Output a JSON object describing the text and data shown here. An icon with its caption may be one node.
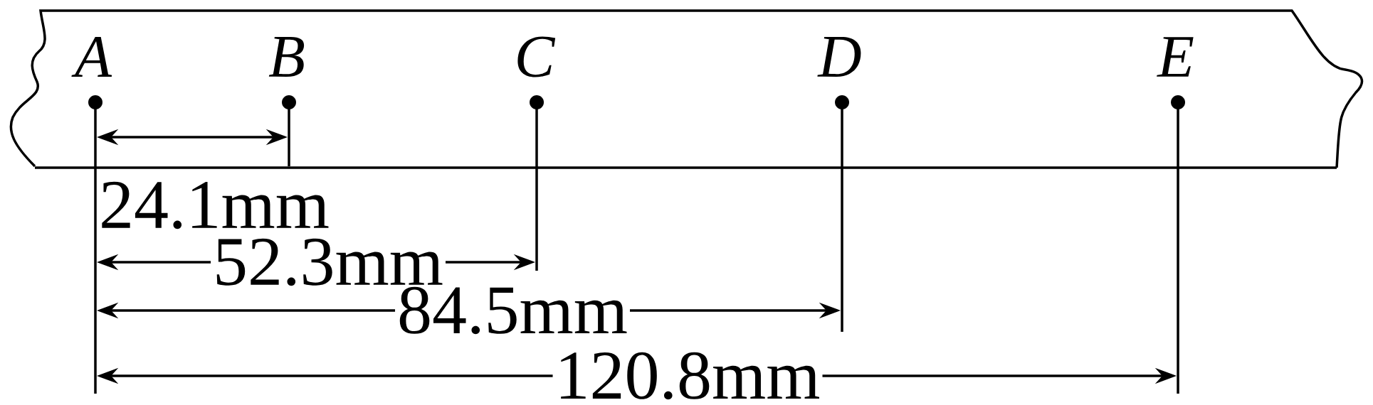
{
  "diagram": {
    "labels": [
      "A",
      "B",
      "C",
      "D",
      "E",
      "24.1mm",
      "52.3mm",
      "84.5mm",
      "120.8mm"
    ]
  }
}
